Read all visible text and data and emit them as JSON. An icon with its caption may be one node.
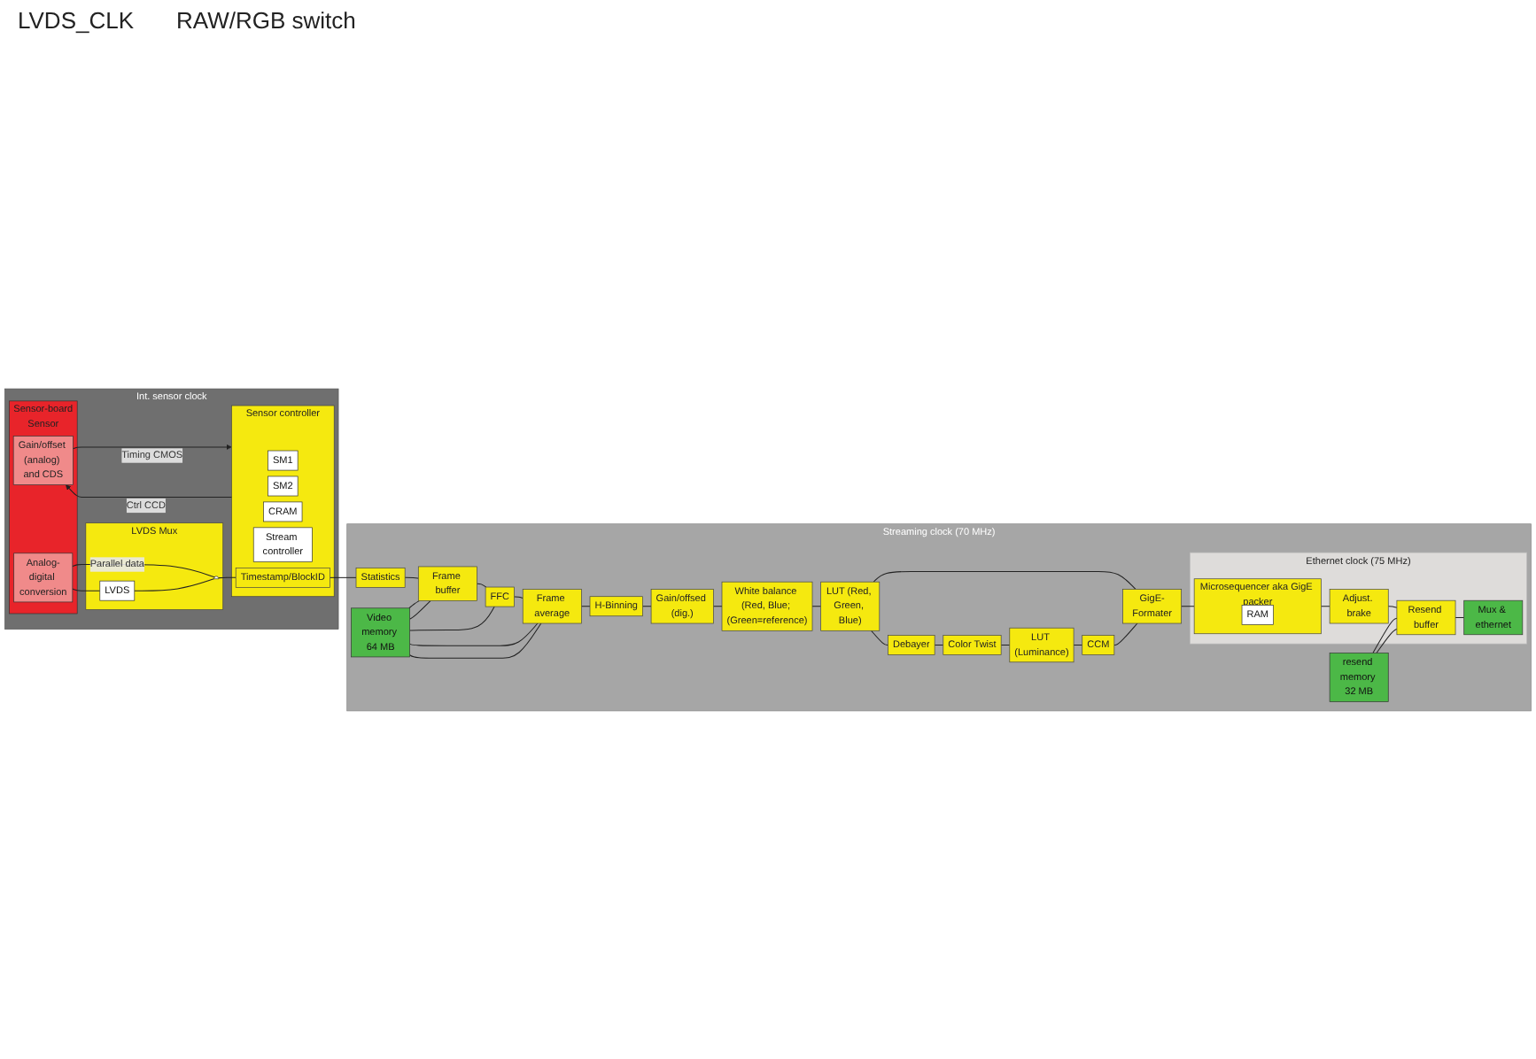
{
  "diagram": {
    "nodes": [
      {
        "text": [
          "Int. sensor clock"
        ]
      },
      {
        "text": [
          "Sensor-board",
          "Sensor"
        ],
        "in": 0
      },
      {
        "text": [
          "Gain/offset (analog) and CDS"
        ],
        "in": 1
      },
      {
        "text": [
          "Analog-digital conversion"
        ],
        "in": 1
      },
      {
        "text": [
          "Sensor controller"
        ],
        "in": 0
      },
      {
        "text": [
          "SM1"
        ],
        "in": 4
      },
      {
        "text": [
          "SM2"
        ],
        "in": 4
      },
      {
        "text": [
          "CRAM"
        ],
        "in": 4
      },
      {
        "text": [
          "Stream controller"
        ],
        "in": 4
      },
      {
        "text": [
          "Timestamp/BlockID"
        ],
        "in": 4
      },
      {
        "text": [
          "LVDS Mux"
        ],
        "in": 0
      },
      {
        "text": [
          "LVDS"
        ],
        "in": 10
      },
      {
        "text": [],
        "shape": "trapezoid",
        "in": 10
      },
      {
        "text": [
          "Streaming clock (70 MHz)"
        ]
      },
      {
        "text": [
          "Video memory 64 MB"
        ],
        "in": 13
      },
      {
        "text": [
          "Statistics"
        ],
        "in": 13
      },
      {
        "text": [
          "Frame buffer"
        ],
        "in": 13
      },
      {
        "text": [
          "FFC"
        ],
        "in": 13
      },
      {
        "text": [
          "Frame average"
        ],
        "in": 13
      },
      {
        "text": [
          "H-Binning"
        ],
        "in": 13
      },
      {
        "text": [
          "Gain/offsed (dig.)"
        ],
        "in": 13
      },
      {
        "text": [
          "White balance (Red, Blue; (Green=reference)"
        ],
        "in": 13
      },
      {
        "text": [
          "LUT (Red, Green, Blue)"
        ],
        "in": 13
      },
      {
        "text": [
          "Debayer"
        ],
        "in": 13
      },
      {
        "text": [
          "Color Twist"
        ],
        "in": 13
      },
      {
        "text": [
          "LUT (Luminance)"
        ],
        "in": 13
      },
      {
        "text": [
          "CCM"
        ],
        "in": 13
      },
      {
        "text": [
          "GigE-Formater"
        ],
        "in": 13
      },
      {
        "text": [
          "Ethernet clock (75 MHz)"
        ],
        "in": 13
      },
      {
        "text": [
          "Microsequencer aka GigE packer"
        ],
        "in": 28
      },
      {
        "text": [
          "RAM"
        ],
        "in": 29
      },
      {
        "text": [
          "Adjust. brake"
        ],
        "in": 28
      },
      {
        "text": [
          "resend memory 32 MB"
        ],
        "in": 13
      },
      {
        "text": [
          "Resend buffer"
        ],
        "in": 28
      },
      {
        "text": [
          "Mux & ethernet"
        ],
        "in": 28
      }
    ],
    "edges": [
      {
        "from": 4,
        "to": 2,
        "label": "Ctrl CCD",
        "arrow": "to"
      },
      {
        "from": 2,
        "to": 4,
        "label": "Timing CMOS",
        "arrow": "to"
      },
      {
        "from": 3,
        "to": 12,
        "label": "Parallel data",
        "arrow": "none"
      },
      {
        "from": 3,
        "to": 11,
        "arrow": "none"
      },
      {
        "from": 11,
        "to": 12,
        "arrow": "none"
      },
      {
        "from": 12,
        "to": 9,
        "arrow": "none"
      },
      {
        "from": 9,
        "to": 15,
        "arrow": "none"
      },
      {
        "from": 15,
        "to": 16,
        "arrow": "none"
      },
      {
        "from": 16,
        "to": 17,
        "arrow": "none"
      },
      {
        "from": 17,
        "to": 18,
        "arrow": "none"
      },
      {
        "from": 18,
        "to": 19,
        "arrow": "none"
      },
      {
        "from": 19,
        "to": 20,
        "arrow": "none"
      },
      {
        "from": 20,
        "to": 21,
        "arrow": "none"
      },
      {
        "from": 21,
        "to": 22,
        "arrow": "none"
      },
      {
        "from": 22,
        "to": 23,
        "arrow": "none"
      },
      {
        "from": 22,
        "to": 27,
        "arrow": "none"
      },
      {
        "from": 23,
        "to": 24,
        "arrow": "none"
      },
      {
        "from": 24,
        "to": 25,
        "arrow": "none"
      },
      {
        "from": 25,
        "to": 26,
        "arrow": "none"
      },
      {
        "from": 26,
        "to": 27,
        "arrow": "none"
      },
      {
        "from": 27,
        "to": 29,
        "arrow": "none"
      },
      {
        "from": 29,
        "to": 31,
        "arrow": "none"
      },
      {
        "from": 31,
        "to": 33,
        "arrow": "none"
      },
      {
        "from": 33,
        "to": 34,
        "arrow": "none"
      },
      {
        "from": 14,
        "to": 16,
        "arrow": "none"
      },
      {
        "from": 14,
        "to": 16,
        "arrow": "none"
      },
      {
        "from": 14,
        "to": 17,
        "arrow": "none"
      },
      {
        "from": 14,
        "to": 18,
        "arrow": "none"
      },
      {
        "from": 14,
        "to": 18,
        "arrow": "none"
      },
      {
        "from": 32,
        "to": 33,
        "arrow": "none"
      },
      {
        "from": 32,
        "to": 33,
        "arrow": "none"
      }
    ],
    "labels": [
      "LVDS_CLK",
      "RAW/RGB switch"
    ]
  }
}
